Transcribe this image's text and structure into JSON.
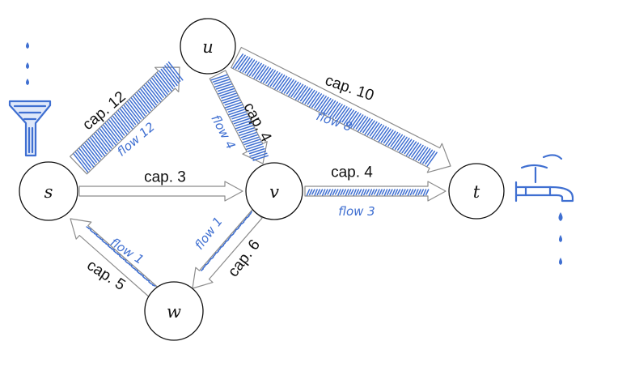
{
  "colors": {
    "flow": "#3f6fd1",
    "outline": "#8c8c8c",
    "ink": "#111111"
  },
  "nodes": {
    "s": {
      "label": "s"
    },
    "u": {
      "label": "u"
    },
    "v": {
      "label": "v"
    },
    "w": {
      "label": "w"
    },
    "t": {
      "label": "t"
    }
  },
  "edges": {
    "s_u": {
      "from": "s",
      "to": "u",
      "capacity": 12,
      "cap_label": "cap. 12",
      "flow": 12,
      "flow_label": "flow 12"
    },
    "u_t": {
      "from": "u",
      "to": "t",
      "capacity": 10,
      "cap_label": "cap. 10",
      "flow": 8,
      "flow_label": "flow 8"
    },
    "u_v": {
      "from": "u",
      "to": "v",
      "capacity": 4,
      "cap_label": "cap. 4",
      "flow": 4,
      "flow_label": "flow 4"
    },
    "s_v": {
      "from": "s",
      "to": "v",
      "capacity": 3,
      "cap_label": "cap. 3",
      "flow": 0
    },
    "v_t": {
      "from": "v",
      "to": "t",
      "capacity": 4,
      "cap_label": "cap. 4",
      "flow": 3,
      "flow_label": "flow 3"
    },
    "v_w": {
      "from": "v",
      "to": "w",
      "capacity": 6,
      "cap_label": "cap. 6",
      "flow": 1,
      "flow_label": "flow 1"
    },
    "w_s": {
      "from": "w",
      "to": "s",
      "capacity": 5,
      "cap_label": "cap. 5",
      "flow": 1,
      "flow_label": "flow 1"
    }
  },
  "icons": {
    "source": "funnel-icon",
    "sink": "faucet-icon",
    "drops": "water-drop-icon"
  }
}
